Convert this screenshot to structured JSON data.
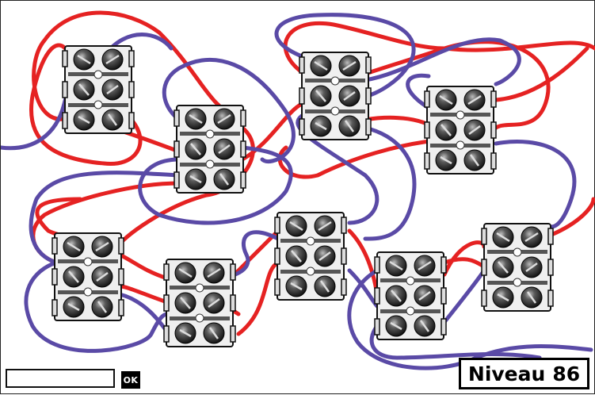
{
  "game": {
    "level_label": "Niveau",
    "level_number": "86",
    "ok_label": "OK",
    "answer_value": ""
  },
  "colors": {
    "red_wire": "#e52222",
    "blue_wire": "#5a4aa6",
    "block_face": "#f3f3f3",
    "screw_dark": "#151515"
  },
  "icons": {
    "terminal": "screw-terminal-block-icon"
  },
  "blocks": [
    {
      "id": "terminal-block-1",
      "terminals": 3
    },
    {
      "id": "terminal-block-2",
      "terminals": 3
    },
    {
      "id": "terminal-block-3",
      "terminals": 3
    },
    {
      "id": "terminal-block-4",
      "terminals": 3
    },
    {
      "id": "terminal-block-5",
      "terminals": 3
    },
    {
      "id": "terminal-block-6",
      "terminals": 3
    },
    {
      "id": "terminal-block-7",
      "terminals": 3
    },
    {
      "id": "terminal-block-8",
      "terminals": 3
    },
    {
      "id": "terminal-block-9",
      "terminals": 3
    }
  ],
  "wires": [
    {
      "id": "red-wire-1",
      "color": "red"
    },
    {
      "id": "red-wire-2",
      "color": "red"
    },
    {
      "id": "red-wire-3",
      "color": "red"
    },
    {
      "id": "red-wire-4",
      "color": "red"
    },
    {
      "id": "red-wire-5",
      "color": "red"
    },
    {
      "id": "red-wire-6",
      "color": "red"
    },
    {
      "id": "red-wire-7",
      "color": "red"
    },
    {
      "id": "red-wire-8",
      "color": "red"
    },
    {
      "id": "blue-wire-1",
      "color": "blue"
    },
    {
      "id": "blue-wire-2",
      "color": "blue"
    },
    {
      "id": "blue-wire-3",
      "color": "blue"
    },
    {
      "id": "blue-wire-4",
      "color": "blue"
    },
    {
      "id": "blue-wire-5",
      "color": "blue"
    },
    {
      "id": "blue-wire-6",
      "color": "blue"
    },
    {
      "id": "blue-wire-7",
      "color": "blue"
    },
    {
      "id": "blue-wire-8",
      "color": "blue"
    }
  ]
}
